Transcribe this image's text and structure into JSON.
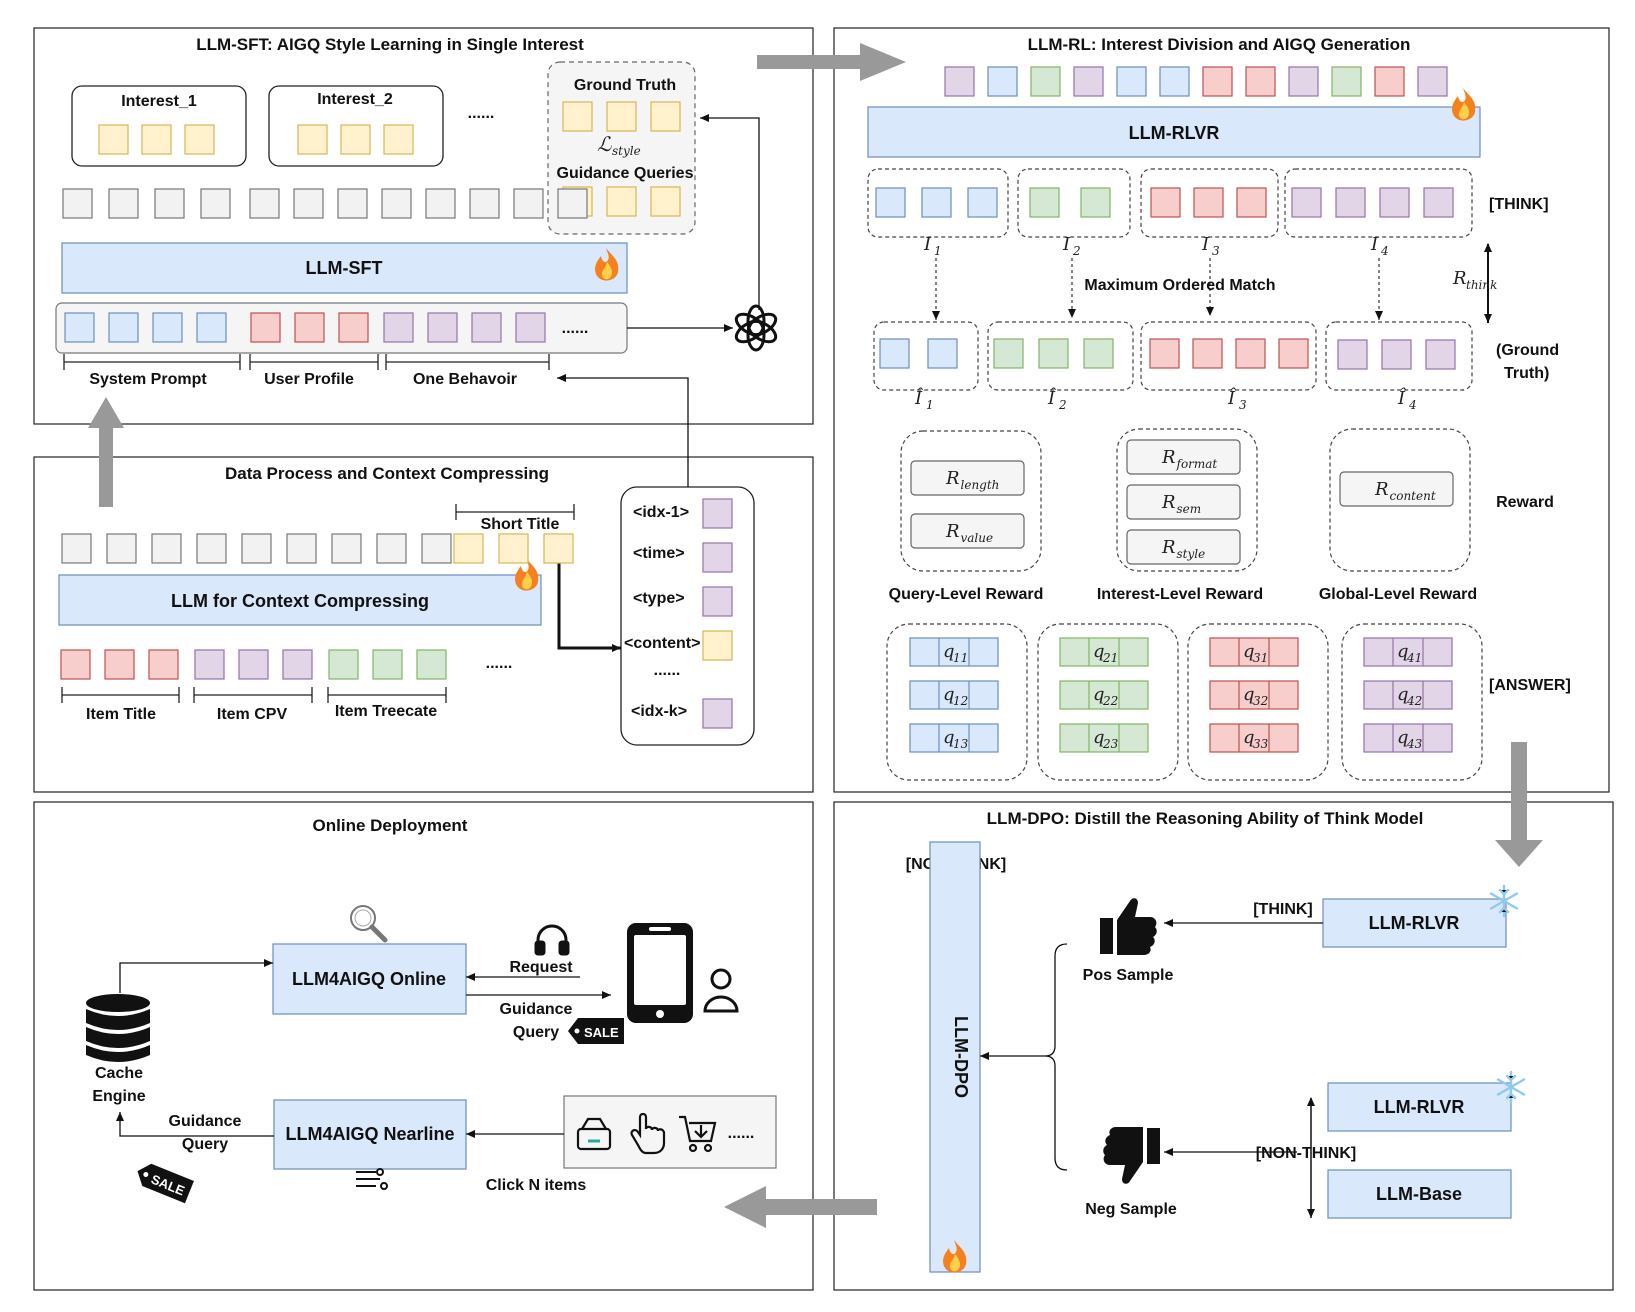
{
  "colors": {
    "gray": "#f2f2f2",
    "gray_border": "#777777",
    "blue": "#dae8fc",
    "blue_border": "#6c8ebf",
    "red": "#f8cecc",
    "red_border": "#b85450",
    "green": "#d5e8d4",
    "green_border": "#82b366",
    "purple": "#e1d5e7",
    "purple_border": "#9673a6",
    "yellow": "#fff2cc",
    "yellow_border": "#d6b656",
    "fire": "#f5801f",
    "snow": "#8ec9f0"
  },
  "sft": {
    "title": "LLM-SFT: AIGQ Style Learning in Single Interest",
    "interest1": "Interest_1",
    "interest2": "Interest_2",
    "ellipsis": "......",
    "ground_truth": "Ground Truth",
    "loss_symbol": "ℒ",
    "loss_sub": "style",
    "guidance_queries": "Guidance Queries",
    "model": "LLM-SFT",
    "seq_ellipsis": "......",
    "system_prompt": "System Prompt",
    "user_profile": "User Profile",
    "one_behavior": "One Behavoir"
  },
  "data_process": {
    "title": "Data Process and Context Compressing",
    "short_title": "Short Title",
    "model": "LLM for Context Compressing",
    "ellipsis": "......",
    "item_title": "Item Title",
    "item_cpv": "Item CPV",
    "item_treecate": "Item Treecate",
    "fields": [
      "<idx-1>",
      "<time>",
      "<type>",
      "<content>",
      "<idx-k>"
    ],
    "fields_ellipsis": "......"
  },
  "rl": {
    "title": "LLM-RL: Interest Division and AIGQ Generation",
    "model": "LLM-RLVR",
    "think_tag": "[THINK]",
    "match_label": "Maximum Ordered Match",
    "r_think": "R",
    "r_think_sub": "think",
    "ground_truth": [
      "(Ground",
      "Truth)"
    ],
    "interests": [
      "I",
      "I",
      "I",
      "I"
    ],
    "interest_subs": [
      "1",
      "2",
      "3",
      "4"
    ],
    "gt_interests": [
      "Î",
      "Î",
      "Î",
      "Î"
    ],
    "gt_interest_subs": [
      "1",
      "2",
      "3",
      "4"
    ],
    "reward_tag": "Reward",
    "query_level": {
      "label": "Query-Level Reward",
      "items": [
        {
          "sym": "R",
          "sub": "length"
        },
        {
          "sym": "R",
          "sub": "value"
        }
      ]
    },
    "interest_level": {
      "label": "Interest-Level Reward",
      "items": [
        {
          "sym": "R",
          "sub": "format"
        },
        {
          "sym": "R",
          "sub": "sem"
        },
        {
          "sym": "R",
          "sub": "style"
        }
      ]
    },
    "global_level": {
      "label": "Global-Level Reward",
      "items": [
        {
          "sym": "R",
          "sub": "content"
        }
      ]
    },
    "answer_tag": "[ANSWER]",
    "queries": [
      [
        "q",
        "q",
        "q"
      ],
      [
        "q",
        "q",
        "q"
      ],
      [
        "q",
        "q",
        "q"
      ],
      [
        "q",
        "q",
        "q"
      ]
    ],
    "query_subs": [
      [
        "11",
        "12",
        "13"
      ],
      [
        "21",
        "22",
        "23"
      ],
      [
        "31",
        "32",
        "33"
      ],
      [
        "41",
        "42",
        "43"
      ]
    ]
  },
  "dpo": {
    "title": "LLM-DPO: Distill the Reasoning Ability of Think Model",
    "non_think": "[NON-THINK]",
    "model_vertical": "LLM-DPO",
    "think_tag": "[THINK]",
    "pos_model": "LLM-RLVR",
    "pos_sample": "Pos Sample",
    "neg_non_think": "[NON-THINK]",
    "neg_model_1": "LLM-RLVR",
    "neg_model_2": "LLM-Base",
    "neg_sample": "Neg Sample"
  },
  "online": {
    "title": "Online Deployment",
    "online_model": "LLM4AIGQ Online",
    "nearline_model": "LLM4AIGQ Nearline",
    "request": "Request",
    "guidance_query_1": "Guidance",
    "guidance_query_2": "Query",
    "sale": "SALE",
    "cache_1": "Cache",
    "cache_2": "Engine",
    "gq_left_1": "Guidance",
    "gq_left_2": "Query",
    "click": "Click N items",
    "click_ellipsis": "......"
  }
}
